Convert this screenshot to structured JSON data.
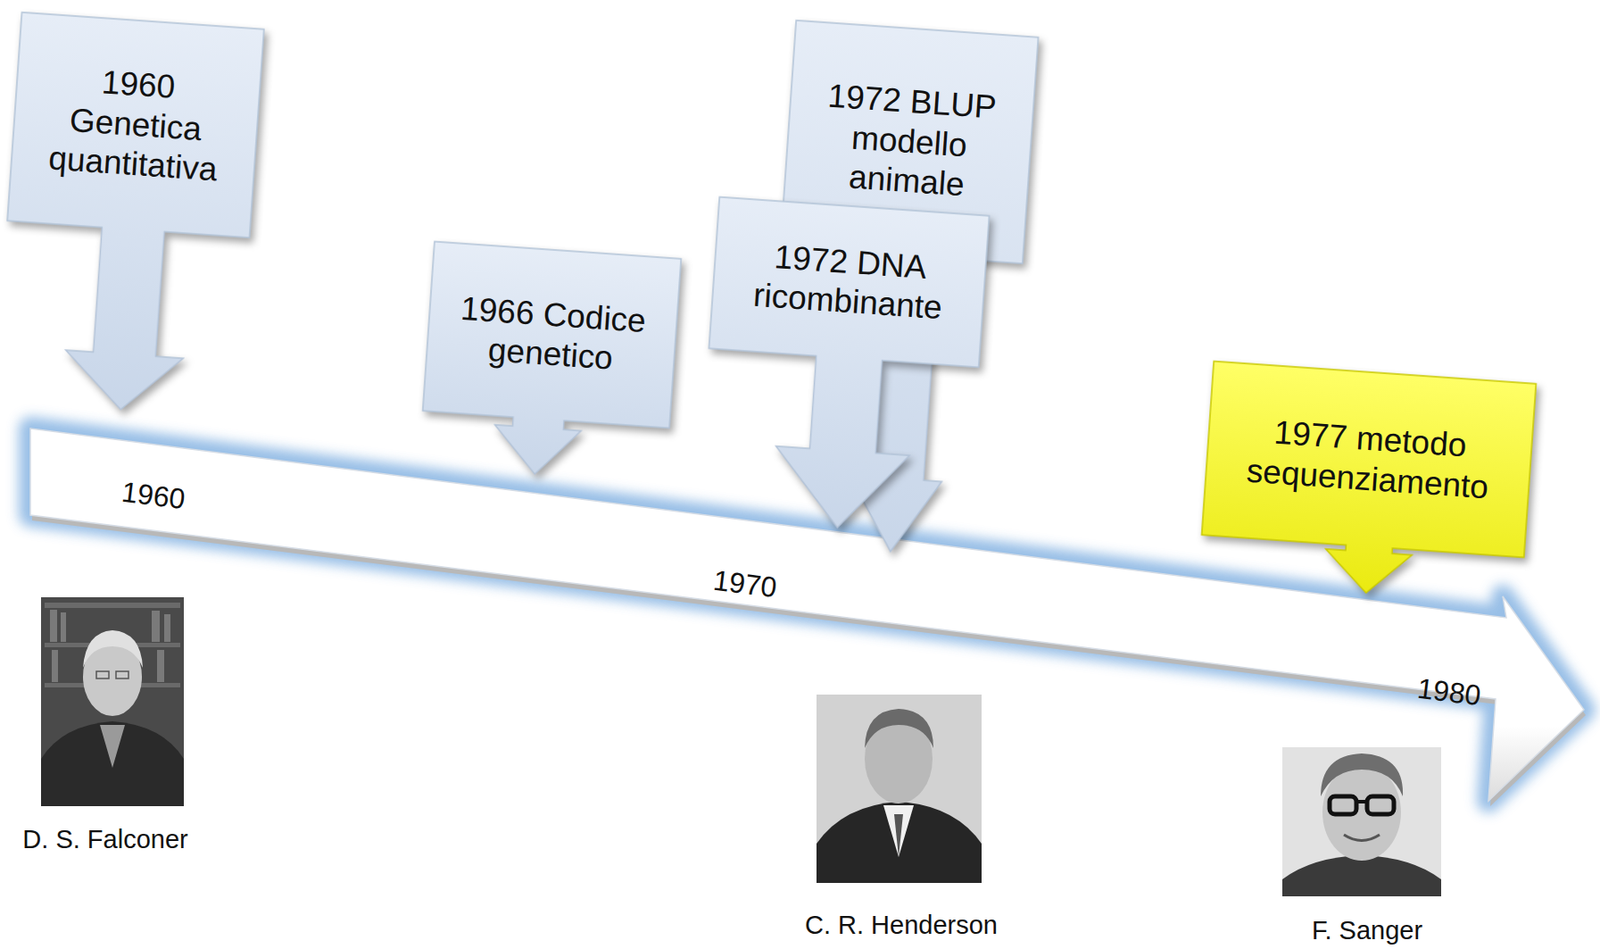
{
  "diagram": {
    "nodes": [
      {
        "text": [
          "1960 Genetica quantitativa"
        ]
      },
      {
        "text": [
          "1966 Codice genetico"
        ]
      },
      {
        "text": [
          "1972 BLUP modello animale"
        ]
      },
      {
        "text": [
          "1972 DNA ricombinante"
        ]
      },
      {
        "text": [
          "1977 metodo sequenziamento"
        ]
      }
    ],
    "labels": [
      "1960",
      "1970",
      "1980",
      "D. S. Falconer",
      "C. R. Henderson",
      "F. Sanger"
    ]
  }
}
